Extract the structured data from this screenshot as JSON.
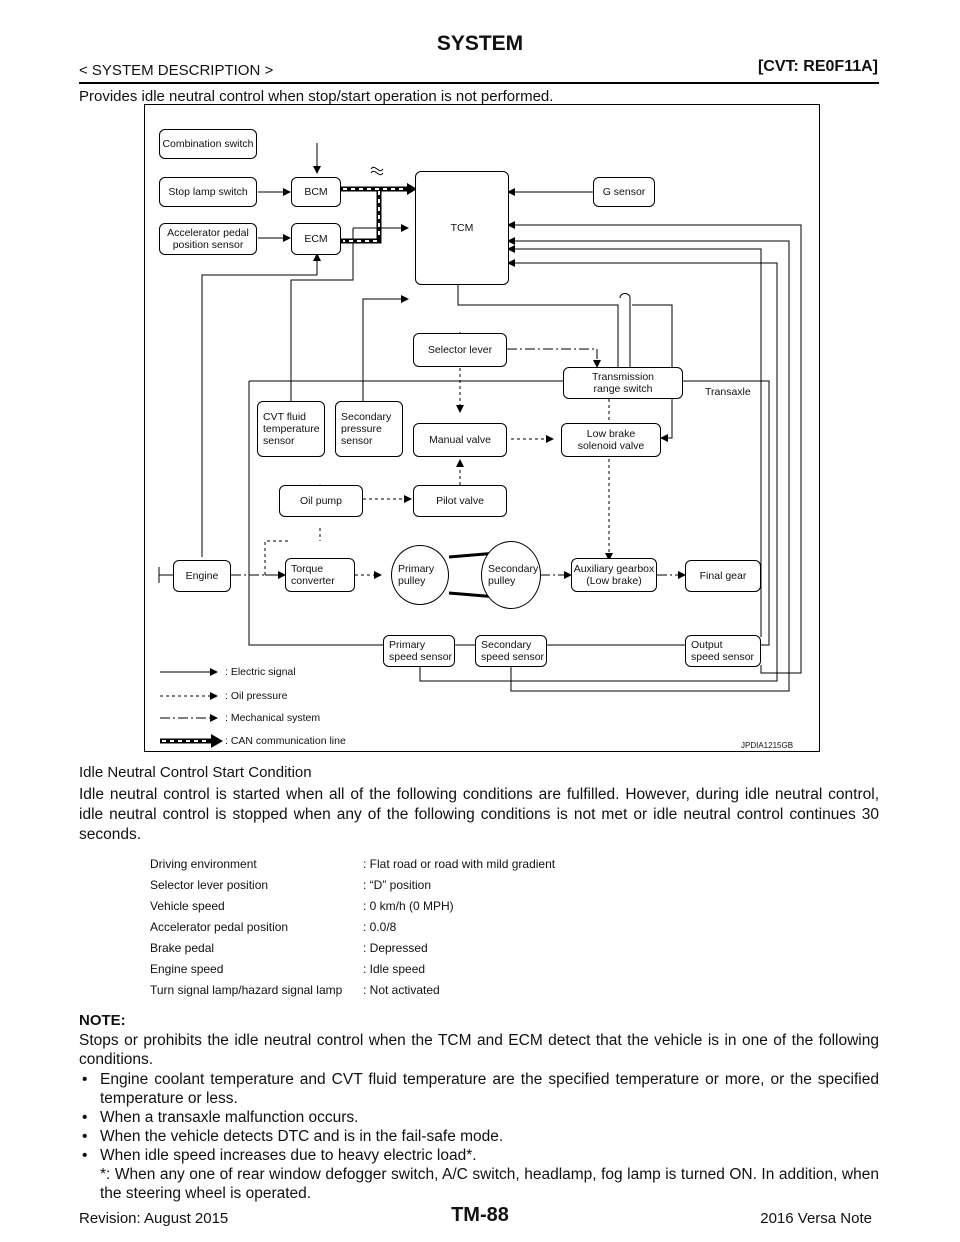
{
  "header": {
    "title": "SYSTEM",
    "section": "< SYSTEM DESCRIPTION >",
    "model": "[CVT: RE0F11A]"
  },
  "intro": "Provides idle neutral control when stop/start operation is not performed.",
  "diagram": {
    "boxes": {
      "combination_switch": "Combination switch",
      "stop_lamp_switch": "Stop lamp switch",
      "bcm": "BCM",
      "accel_sensor": "Accelerator pedal\nposition sensor",
      "ecm": "ECM",
      "tcm": "TCM",
      "g_sensor": "G sensor",
      "selector_lever": "Selector lever",
      "trs": "Transmission\nrange switch",
      "cvt_fluid": "CVT fluid\ntemperature\nsensor",
      "secondary_pressure": "Secondary\npressure\nsensor",
      "manual_valve": "Manual valve",
      "low_brake_sol": "Low brake\nsolenoid valve",
      "oil_pump": "Oil pump",
      "pilot_valve": "Pilot valve",
      "engine": "Engine",
      "torque_converter": "Torque\nconverter",
      "primary_pulley": "Primary\npulley",
      "secondary_pulley": "Secondary\npulley",
      "aux_gearbox": "Auxiliary gearbox\n(Low brake)",
      "final_gear": "Final gear",
      "primary_speed": "Primary\nspeed sensor",
      "secondary_speed": "Secondary\nspeed sensor",
      "output_speed": "Output\nspeed sensor"
    },
    "transaxle_label": "Transaxle",
    "legend": {
      "electric": ": Electric signal",
      "oil": ": Oil pressure",
      "mechanical": ": Mechanical system",
      "can": ": CAN communication line"
    },
    "figure_code": "JPDIA1215GB"
  },
  "condition_heading": "Idle Neutral Control Start Condition",
  "condition_text": "Idle neutral control is started when all of the following conditions are fulfilled. However, during idle neutral control, idle neutral control is stopped when any of the following conditions is not met or idle neutral control continues 30 seconds.",
  "conditions": [
    {
      "label": "Driving environment",
      "value": ": Flat road or road with mild gradient"
    },
    {
      "label": "Selector lever position",
      "value": ": “D” position"
    },
    {
      "label": "Vehicle speed",
      "value": ": 0 km/h (0 MPH)"
    },
    {
      "label": "Accelerator pedal position",
      "value": ": 0.0/8"
    },
    {
      "label": "Brake pedal",
      "value": ": Depressed"
    },
    {
      "label": "Engine speed",
      "value": ": Idle speed"
    },
    {
      "label": "Turn signal lamp/hazard signal lamp",
      "value": ": Not activated"
    }
  ],
  "note": {
    "heading": "NOTE:",
    "text": "Stops or prohibits the idle neutral control when the TCM and ECM detect that the vehicle is in one of the following conditions.",
    "bullets": [
      "Engine coolant temperature and CVT fluid temperature are the specified temperature or more, or the specified temperature or less.",
      "When a transaxle malfunction occurs.",
      "When the vehicle detects DTC and is in the fail-safe mode.",
      "When idle speed increases due to heavy electric load*."
    ],
    "footnote": "*: When any one of rear window defogger switch, A/C switch, headlamp, fog lamp is turned ON. In addition, when the steering wheel is operated."
  },
  "footer": {
    "revision": "Revision: August 2015",
    "page": "TM-88",
    "vehicle": "2016 Versa Note"
  }
}
